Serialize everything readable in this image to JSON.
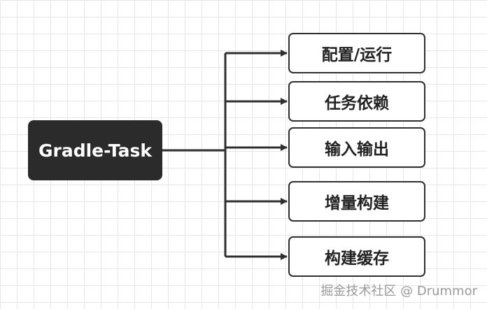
{
  "diagram": {
    "root": "Gradle-Task",
    "children": [
      "配置/运行",
      "任务依赖",
      "输入输出",
      "增量构建",
      "构建缓存"
    ]
  },
  "watermark": "掘金技术社区 @ Drummor",
  "colors": {
    "root_fill": "#2b2b2b",
    "line": "#2f2f2f",
    "grid": "#e6e6e6"
  }
}
